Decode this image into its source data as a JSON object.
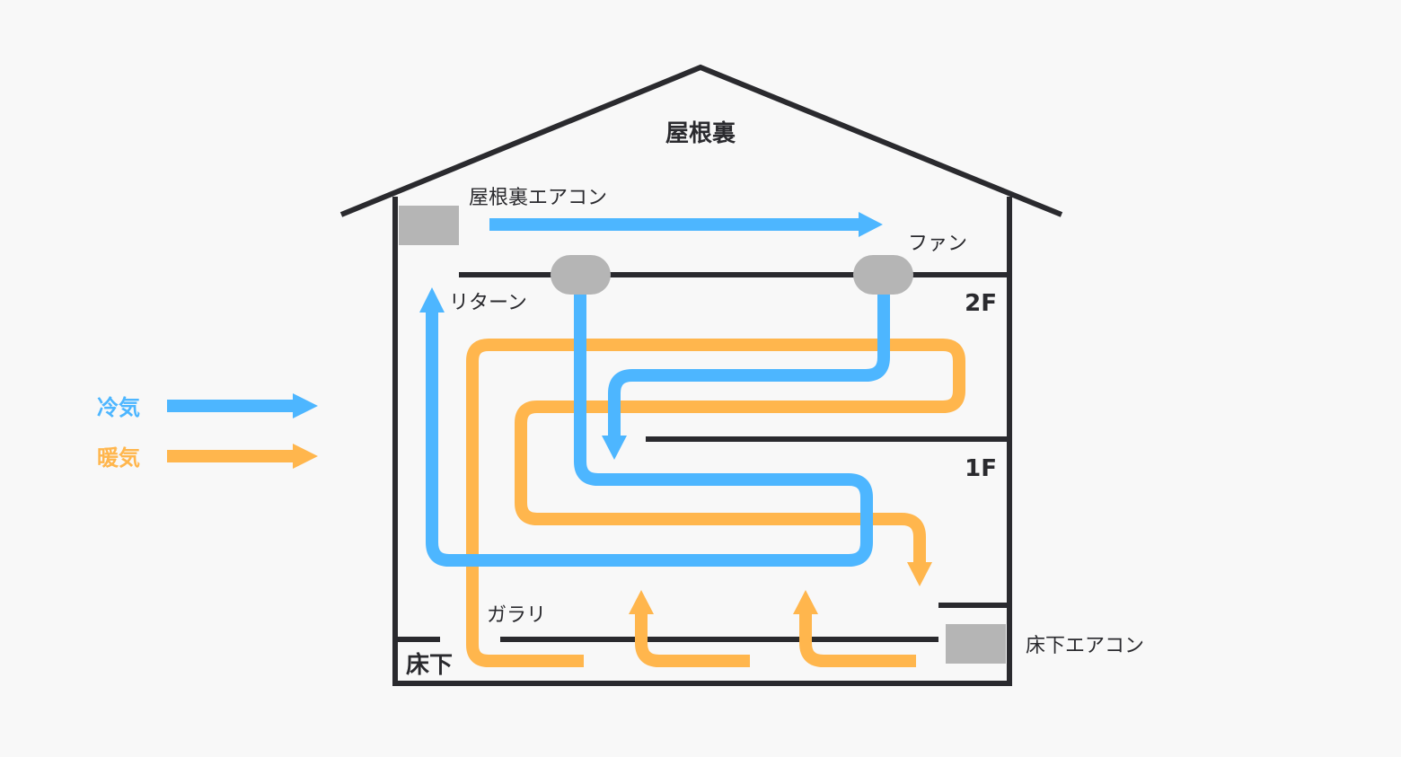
{
  "labels": {
    "attic": "屋根裏",
    "attic_ac": "屋根裏エアコン",
    "fan": "ファン",
    "return": "リターン",
    "floor2": "2F",
    "floor1": "1F",
    "garari": "ガラリ",
    "underfloor": "床下",
    "underfloor_ac": "床下エアコン"
  },
  "legend": {
    "cold": "冷気",
    "warm": "暖気"
  },
  "colors": {
    "cold": "#4db6ff",
    "warm": "#ffb64d",
    "structure": "#2a2a2e",
    "equipment": "#b5b5b5"
  }
}
